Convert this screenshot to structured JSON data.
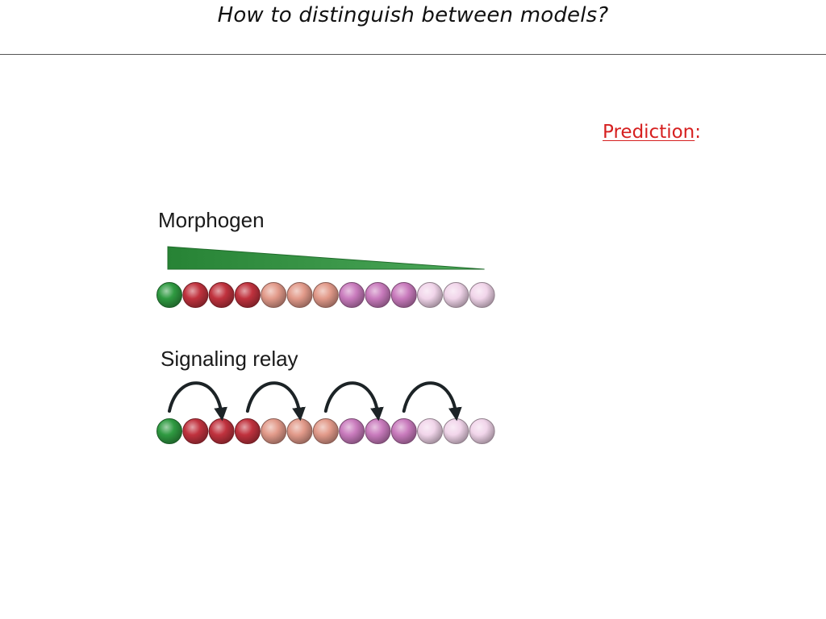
{
  "slide": {
    "title": "How to distinguish between models?",
    "prediction_word": "Prediction",
    "prediction_suffix": ":"
  },
  "diagram": {
    "panels": [
      {
        "id": "morphogen",
        "label": "Morphogen",
        "has_gradient": true,
        "gradient_color": "#2e9a3e",
        "relay_arrow_count": 0
      },
      {
        "id": "signaling-relay",
        "label": "Signaling relay",
        "has_gradient": false,
        "relay_arrow_count": 4
      }
    ],
    "cell_row": [
      "green",
      "red",
      "red",
      "red",
      "salmon",
      "salmon",
      "salmon",
      "violet",
      "violet",
      "violet",
      "pale-pink",
      "pale-pink",
      "pale-pink"
    ],
    "cell_colors": {
      "green": "#2f9a41",
      "red": "#c0323e",
      "salmon": "#e29a8a",
      "violet": "#c97bbd",
      "pale-pink": "#f1d5ea"
    },
    "arrow_color": "#1c2326",
    "accent_color": "#d62020"
  }
}
